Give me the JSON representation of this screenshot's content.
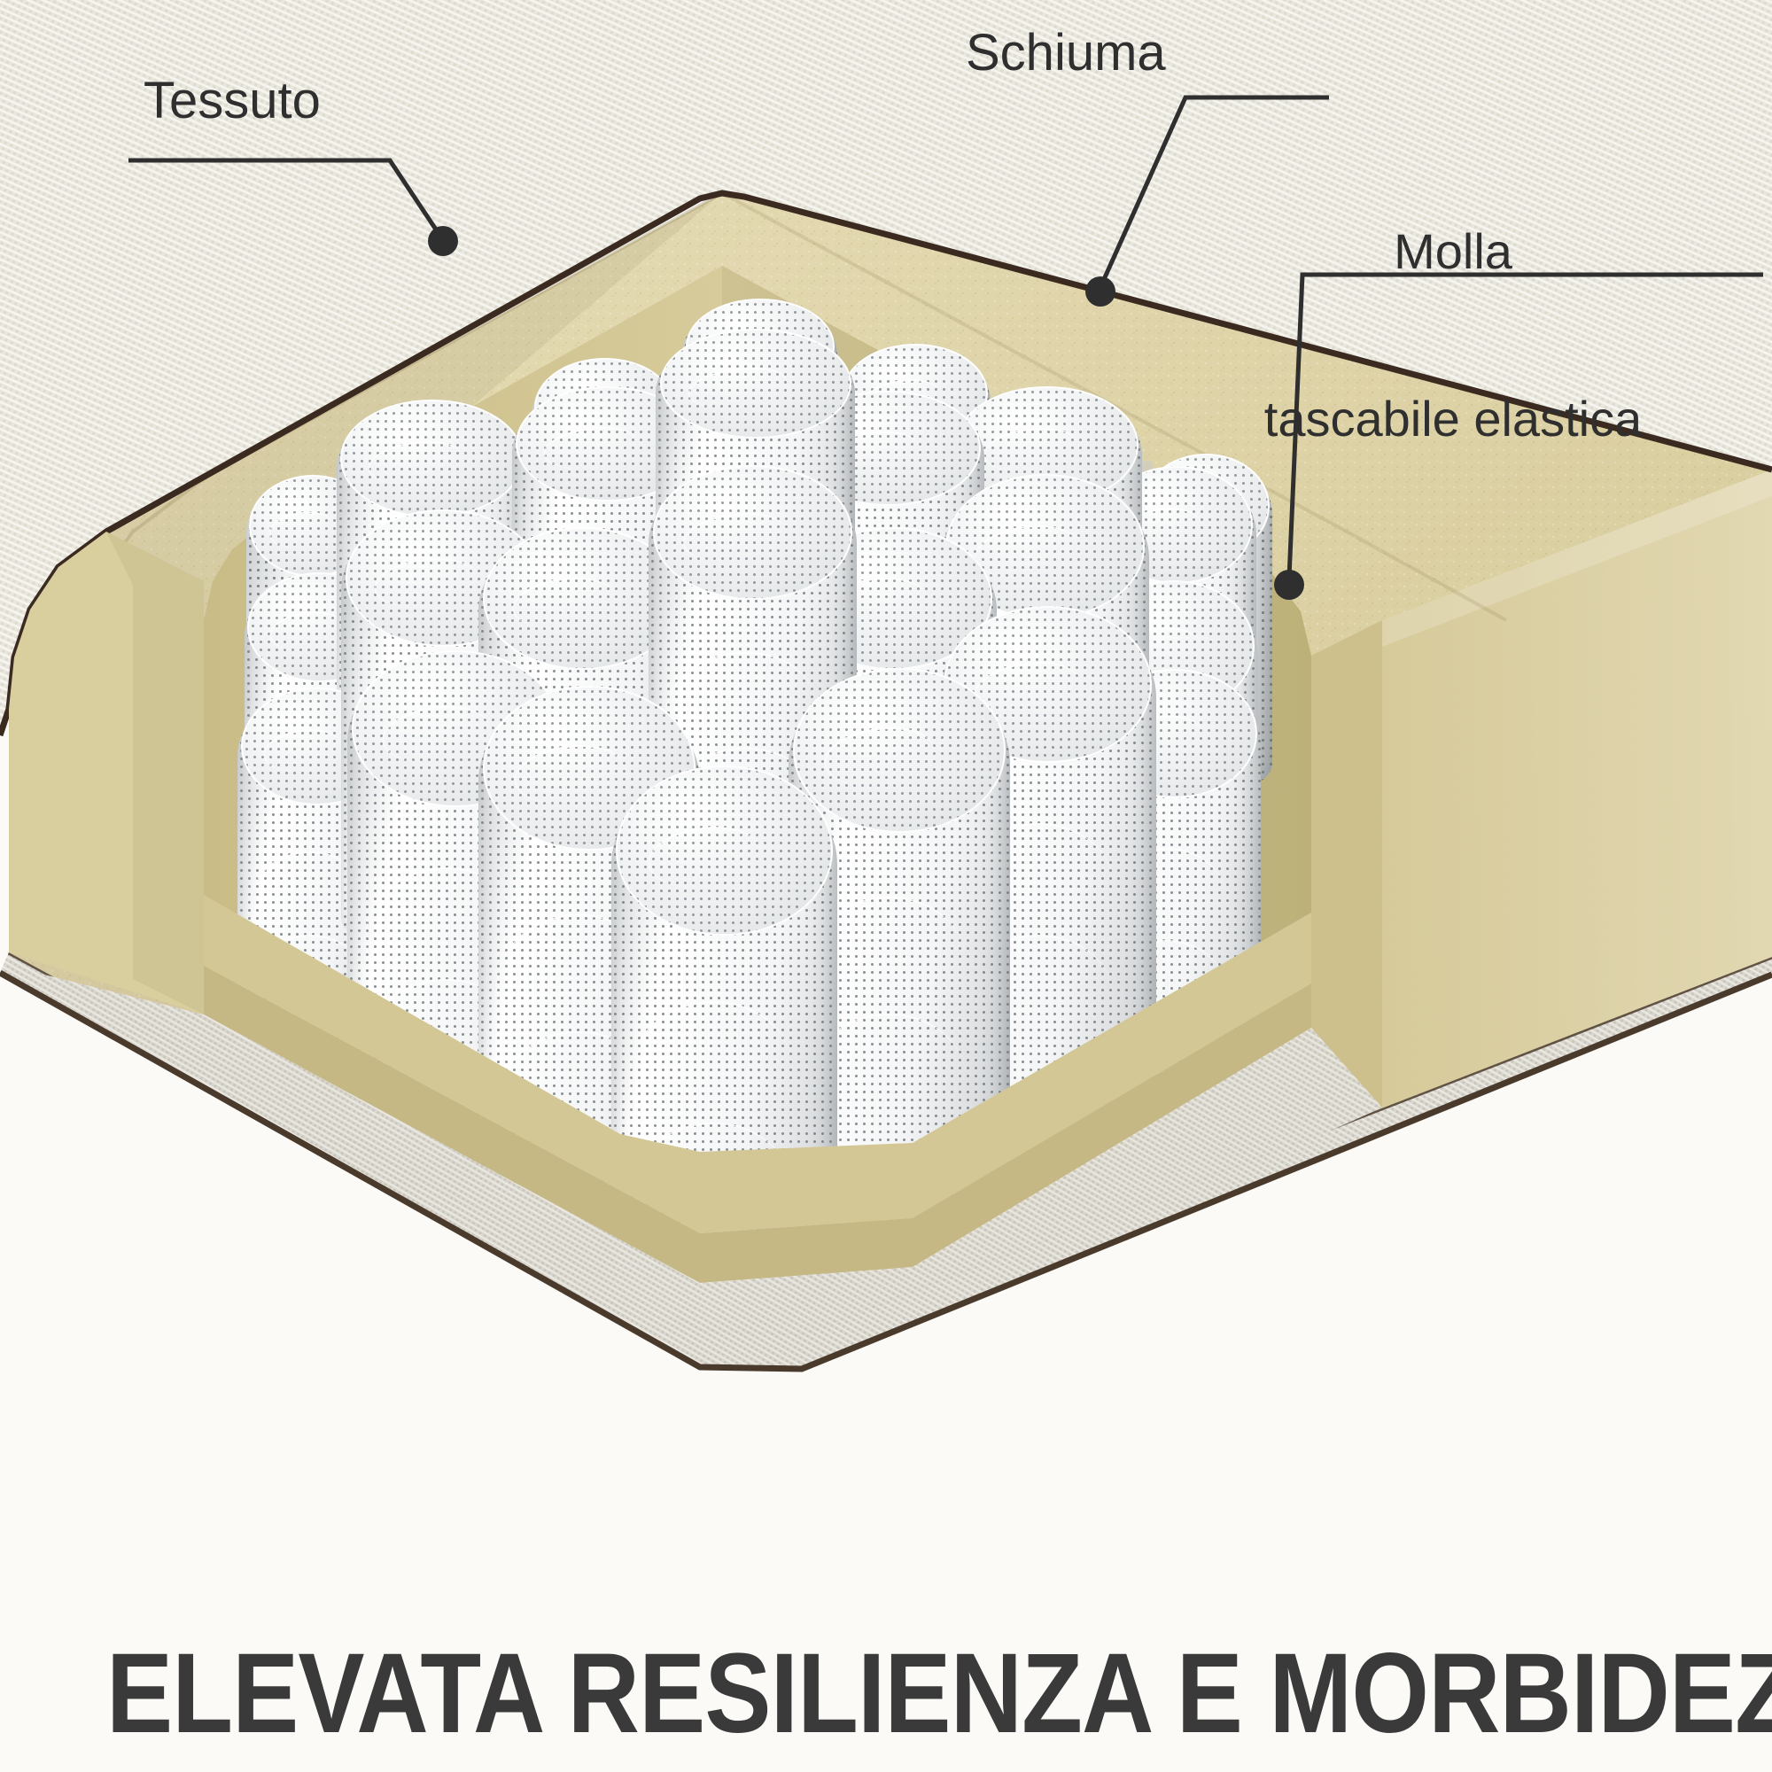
{
  "page": {
    "language": "it",
    "background_color": "#fbfaf7",
    "subject": "mattress-cutaway-diagram"
  },
  "headline": {
    "text": "ELEVATA RESILIENZA E MORBIDEZZA",
    "color": "#3a3a3a"
  },
  "callouts": [
    {
      "id": "tessuto",
      "label": "Tessuto",
      "points_to": "cover-fabric",
      "dot_color": "#2f2f2f",
      "leader_color": "#2f2f2f"
    },
    {
      "id": "schiuma",
      "label": "Schiuma",
      "points_to": "foam-layer",
      "dot_color": "#2f2f2f",
      "leader_color": "#2f2f2f"
    },
    {
      "id": "molla",
      "label_line1": "Molla",
      "label_line2": "tascabile elastica",
      "points_to": "pocket-spring",
      "dot_color": "#2f2f2f",
      "leader_color": "#2f2f2f"
    }
  ],
  "layers": [
    {
      "name": "Tessuto",
      "role": "outer cover fabric",
      "color": "#e9e7dd"
    },
    {
      "name": "Schiuma",
      "role": "foam layer",
      "color": "#ddd2a6"
    },
    {
      "name": "Molla tascabile elastica",
      "role": "pocket spring core",
      "color": "#f2f3f3"
    },
    {
      "name": "base",
      "role": "bottom fabric",
      "color": "#d9d6cd"
    }
  ]
}
